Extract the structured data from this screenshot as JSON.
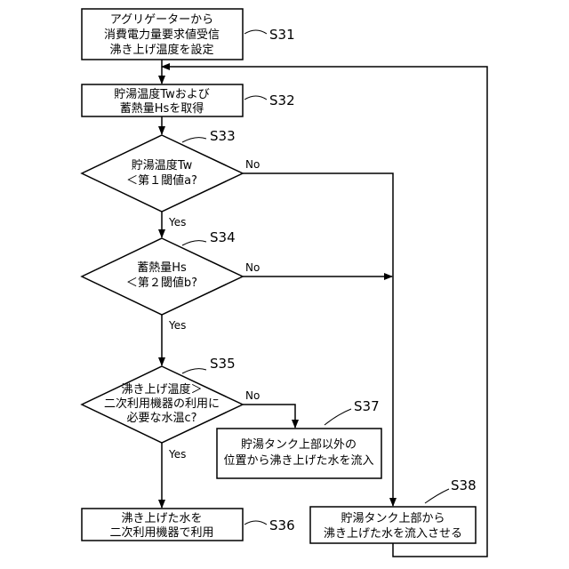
{
  "steps": {
    "s31": {
      "label": "S31",
      "lines": [
        "アグリゲーターから",
        "消費電力量要求値受信",
        "沸き上げ温度を設定"
      ]
    },
    "s32": {
      "label": "S32",
      "lines": [
        "貯湯温度Twおよび",
        "蓄熱量Hsを取得"
      ]
    },
    "s33": {
      "label": "S33",
      "lines": [
        "貯湯温度Tw",
        "＜第１閾値a?"
      ]
    },
    "s34": {
      "label": "S34",
      "lines": [
        "蓄熱量Hs",
        "＜第２閾値b?"
      ]
    },
    "s35": {
      "label": "S35",
      "lines": [
        "沸き上げ温度＞",
        "二次利用機器の利用に",
        "必要な水温c?"
      ]
    },
    "s36": {
      "label": "S36",
      "lines": [
        "沸き上げた水を",
        "二次利用機器で利用"
      ]
    },
    "s37": {
      "label": "S37",
      "lines": [
        "貯湯タンク上部以外の",
        "位置から沸き上げた水を流入"
      ]
    },
    "s38": {
      "label": "S38",
      "lines": [
        "貯湯タンク上部から",
        "沸き上げた水を流入させる"
      ]
    }
  },
  "branches": {
    "yes": "Yes",
    "no": "No"
  }
}
